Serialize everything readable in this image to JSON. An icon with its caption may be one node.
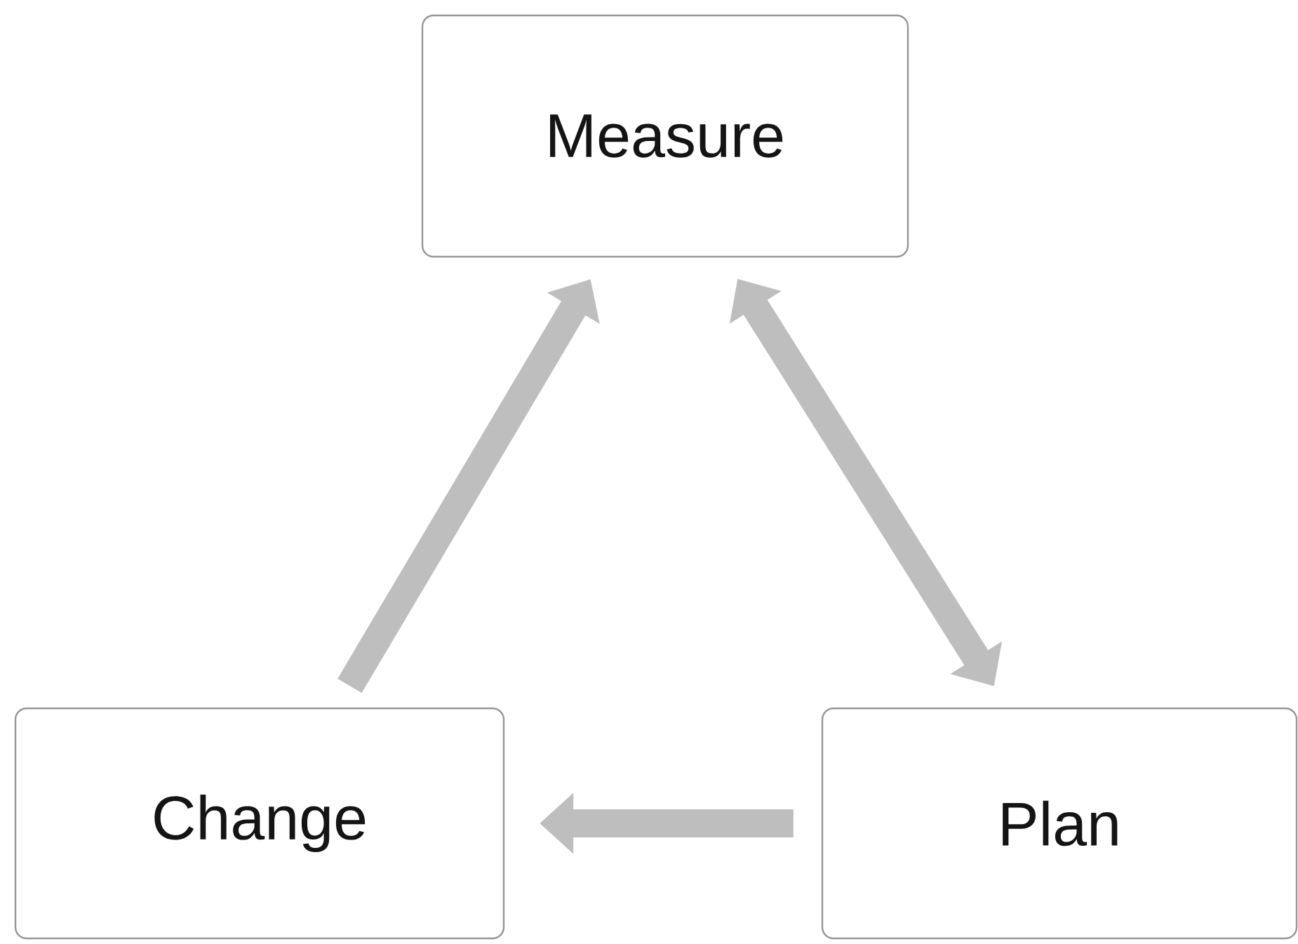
{
  "diagram": {
    "nodes": [
      {
        "text": [
          "Measure"
        ]
      },
      {
        "text": [
          "Change"
        ]
      },
      {
        "text": [
          "Plan"
        ]
      }
    ],
    "edges": [
      {
        "from": 1,
        "to": 0,
        "arrow": "to"
      },
      {
        "from": 0,
        "to": 2,
        "arrow": "both"
      },
      {
        "from": 2,
        "to": 1,
        "arrow": "to"
      }
    ]
  }
}
